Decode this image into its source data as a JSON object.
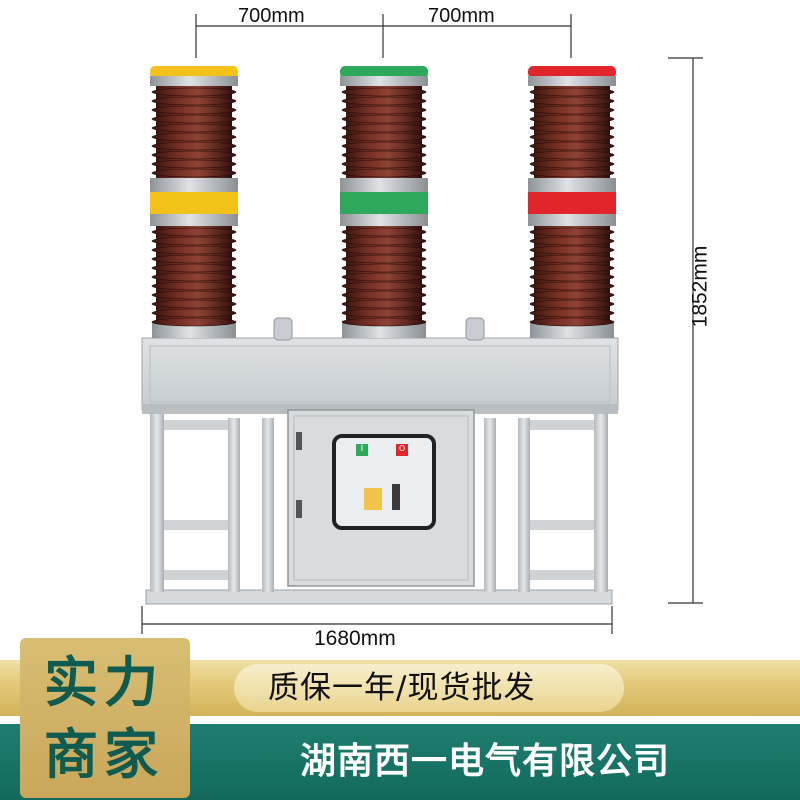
{
  "dimensions": {
    "pole_spacing_left": "700mm",
    "pole_spacing_right": "700mm",
    "total_width": "1680mm",
    "total_height": "1852mm"
  },
  "phase_colors": {
    "phase_a": "#f2c21b",
    "phase_b": "#2ea85a",
    "phase_c": "#e0262b"
  },
  "control_panel": {
    "close_indicator": "I",
    "open_indicator": "O"
  },
  "banner": {
    "badge_line1": "实力",
    "badge_line2": "商家",
    "slogan": "质保一年/现货批发",
    "company": "湖南西一电气有限公司"
  }
}
